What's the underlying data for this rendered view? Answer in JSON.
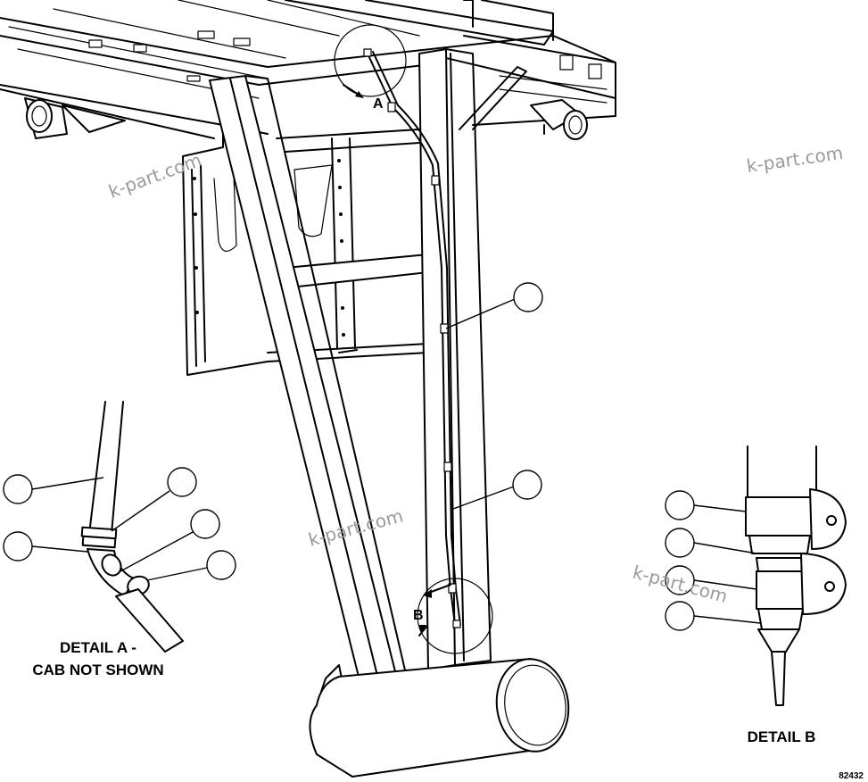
{
  "labels": {
    "view_a": "A",
    "view_b": "B",
    "detail_a_line1": "DETAIL A -",
    "detail_a_line2": "CAB NOT SHOWN",
    "detail_b": "DETAIL B",
    "figure_number": "82432"
  },
  "watermarks": [
    "k-part.com",
    "k-part.com",
    "k-part.com",
    "k-part.com"
  ],
  "callouts": {
    "main": [
      "",
      ""
    ],
    "detail_a": [
      "",
      "",
      "",
      "",
      ""
    ],
    "detail_b": [
      "",
      "",
      "",
      ""
    ]
  },
  "colors": {
    "line": "#000000",
    "fill": "#ffffff",
    "watermark": "#9a9a9a"
  }
}
